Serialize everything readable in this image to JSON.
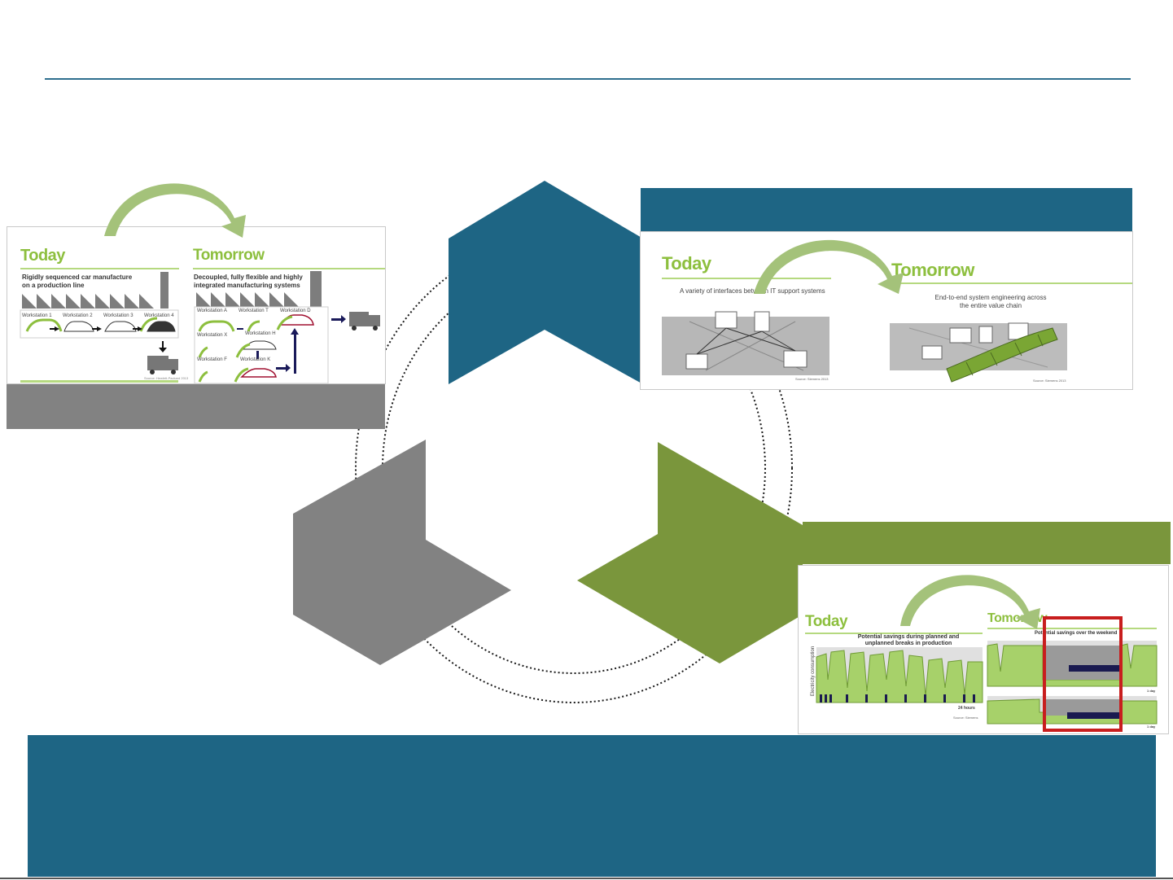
{
  "colors": {
    "blue": "#1e6584",
    "green": "#7a963c",
    "gray": "#828282",
    "accent_green": "#8dbf3e",
    "arc_green": "#a4c27a",
    "highlight_red": "#c81e1e"
  },
  "panel_top_left": {
    "today": "Today",
    "tomorrow": "Tomorrow",
    "today_caption": "Rigidly sequenced car manufacture on a production line",
    "tomorrow_caption": "Decoupled, fully flexible and highly integrated manufacturing systems",
    "workstations_today": [
      "Workstation 1",
      "Workstation 2",
      "Workstation 3",
      "Workstation 4"
    ],
    "workstations_tomorrow": [
      "Workstation A",
      "Workstation T",
      "Workstation D",
      "Workstation X",
      "Workstation H",
      "Workstation F",
      "Workstation K"
    ],
    "source": "Source: Hewlett-Packard 2013"
  },
  "panel_top_right": {
    "today": "Today",
    "tomorrow": "Tomorrow",
    "today_caption": "A variety of interfaces between IT support systems",
    "tomorrow_caption": "End-to-end system engineering across the entire value chain",
    "source_today": "Source: Siemens 2013",
    "source_tomorrow": "Source: Siemens 2013"
  },
  "panel_bottom_right": {
    "today": "Today",
    "tomorrow": "Tomorrow",
    "today_caption": "Potential savings during planned and unplanned breaks in production",
    "tomorrow_caption": "Potential savings over the weekend",
    "ylabel_today": "Electricity consumption",
    "xlabel_today": "24 hours",
    "source_today": "Source: Siemens",
    "xlabel_tomorrow_1": "1 day",
    "xlabel_tomorrow_2": "1 day"
  }
}
